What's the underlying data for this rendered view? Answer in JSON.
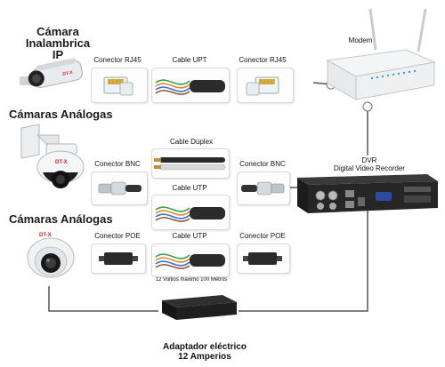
{
  "sections": {
    "ip_camera_title": [
      "Cámara Inalambrica",
      "IP"
    ],
    "analog_title_1": "Cámaras Análogas",
    "analog_title_2": "Cámaras Análogas"
  },
  "row1": {
    "connector_left": "Conector RJ45",
    "cable": "Cable UPT",
    "connector_right": "Conector RJ45"
  },
  "row2": {
    "duplex_cable": "Cable Dúplex",
    "connector_left": "Conector BNC",
    "cable": "Cable UTP",
    "connector_right": "Conector BNC"
  },
  "row3": {
    "connector_left": "Conector POE",
    "cable": "Cable UTP",
    "connector_right": "Conector POE",
    "note": "12 Voltios maximo 100 Metros"
  },
  "devices": {
    "modem": "Modem",
    "dvr": [
      "DVR",
      "Digital Video Recorder"
    ],
    "adapter": [
      "Adaptador eléctrico",
      "12 Amperios"
    ],
    "brand": "DT-X"
  },
  "colors": {
    "wire": "#555555",
    "brand_red": "#d62020",
    "rj45_gold": "#d9b243",
    "cable_orange": "#e08a2a",
    "cable_blue": "#3a6ed8",
    "cable_green": "#3aa24a",
    "cable_brown": "#8b5a2b"
  },
  "icons": [
    "ip-bullet-camera-icon",
    "ptz-dome-camera-icon",
    "dome-camera-icon",
    "rj45-connector-icon",
    "bnc-connector-icon",
    "poe-adapter-icon",
    "utp-cable-icon",
    "duplex-cable-icon",
    "modem-icon",
    "dvr-icon",
    "power-adapter-icon"
  ]
}
